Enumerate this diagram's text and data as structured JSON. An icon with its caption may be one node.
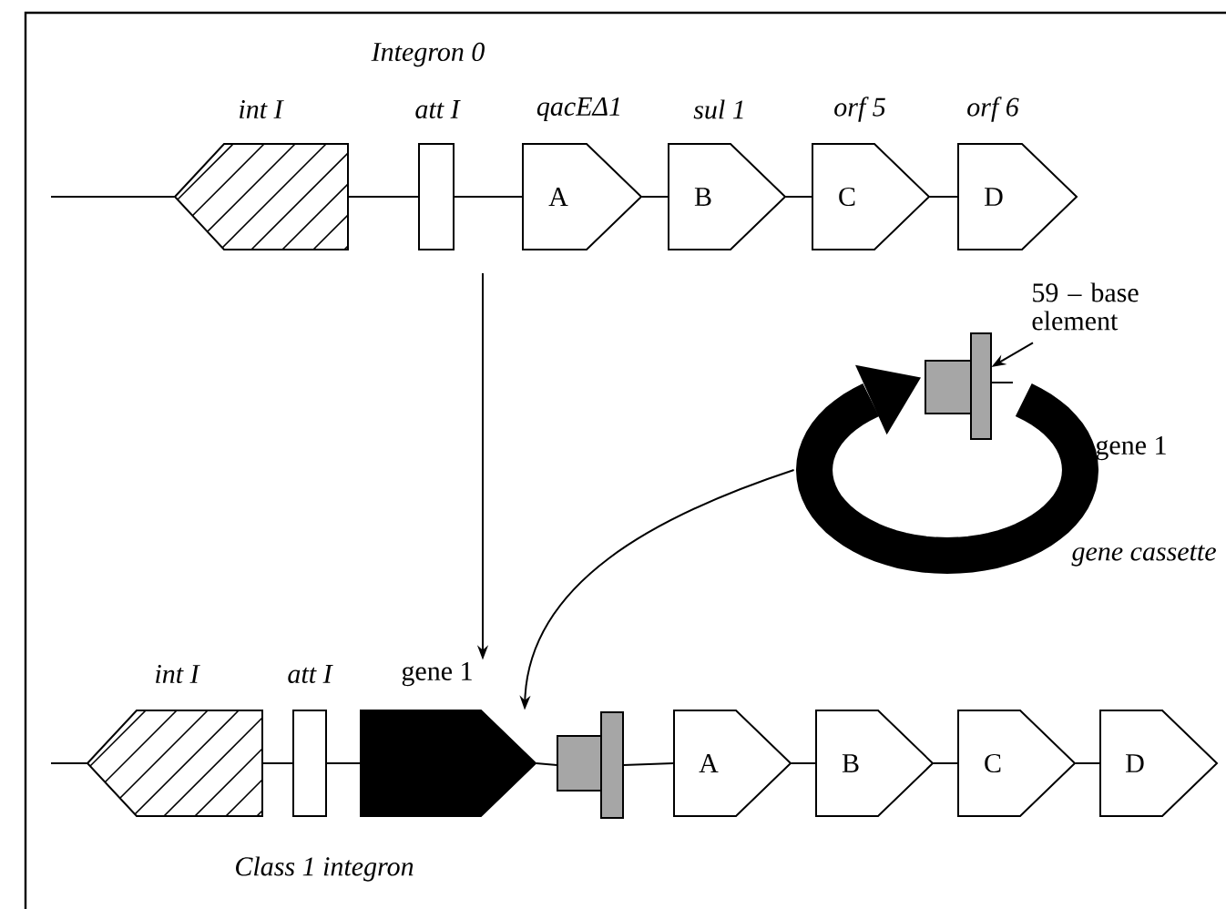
{
  "diagram": {
    "nodes": [
      {
        "text": [
          "int I"
        ]
      },
      {
        "text": [
          "att I"
        ]
      },
      {
        "text": [
          "qacEΔ1",
          "A"
        ]
      },
      {
        "text": [
          "sul 1",
          "B"
        ]
      },
      {
        "text": [
          "orf 5",
          "C"
        ]
      },
      {
        "text": [
          "orf 6",
          "D"
        ]
      },
      {
        "text": [],
        "shape": "circle",
        "beside": [
          "gene 1",
          "gene cassette"
        ]
      },
      {
        "text": [],
        "shape": "box"
      },
      {
        "text": [
          "59 – base element"
        ]
      },
      {
        "text": [
          "int I"
        ]
      },
      {
        "text": [
          "att I"
        ]
      },
      {
        "text": [
          "gene 1"
        ]
      },
      {
        "text": [],
        "shape": "box"
      },
      {
        "text": [
          "A"
        ]
      },
      {
        "text": [
          "B"
        ]
      },
      {
        "text": [
          "C"
        ]
      },
      {
        "text": [
          "D"
        ]
      }
    ],
    "edges": [
      {
        "from": null,
        "to": 0,
        "arrow": "none"
      },
      {
        "from": 0,
        "to": 1,
        "arrow": "none"
      },
      {
        "from": 1,
        "to": 2,
        "arrow": "none"
      },
      {
        "from": 2,
        "to": 3,
        "arrow": "none"
      },
      {
        "from": 3,
        "to": 4,
        "arrow": "none"
      },
      {
        "from": 4,
        "to": 5,
        "arrow": "none"
      },
      {
        "from": 8,
        "to": 7,
        "arrow": "to"
      },
      {
        "from": null,
        "to": 11,
        "arrow": "to"
      },
      {
        "from": 6,
        "to": 11,
        "arrow": "to"
      },
      {
        "from": null,
        "to": 9,
        "arrow": "none"
      },
      {
        "from": 9,
        "to": 10,
        "arrow": "none"
      },
      {
        "from": 10,
        "to": 11,
        "arrow": "none"
      },
      {
        "from": 11,
        "to": 12,
        "arrow": "none"
      },
      {
        "from": 12,
        "to": 13,
        "arrow": "none"
      },
      {
        "from": 13,
        "to": 14,
        "arrow": "none"
      },
      {
        "from": 14,
        "to": 15,
        "arrow": "none"
      },
      {
        "from": 15,
        "to": 16,
        "arrow": "none"
      }
    ],
    "labels": [
      "Integron 0",
      "Class 1 integron"
    ]
  }
}
